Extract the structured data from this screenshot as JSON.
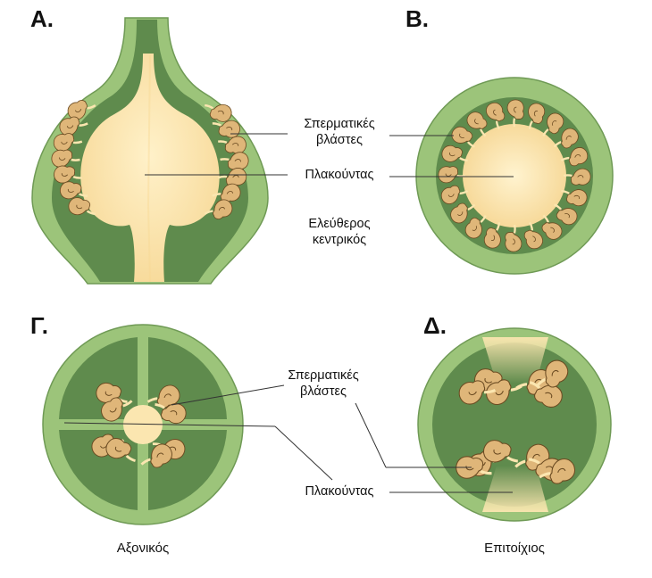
{
  "panels": {
    "a": {
      "letter": "Α.",
      "seed_label_1": "Σπερματικές",
      "seed_label_2": "βλάστες",
      "placenta_label": "Πλακούντας",
      "type_label_1": "Ελεύθερος",
      "type_label_2": "κεντρικός"
    },
    "b": {
      "letter": "Β."
    },
    "c": {
      "letter": "Γ.",
      "seed_label_1": "Σπερματικές",
      "seed_label_2": "βλάστες",
      "placenta_label": "Πλακούντας",
      "type_label": "Αξονικός"
    },
    "d": {
      "letter": "Δ.",
      "type_label": "Επιτοίχιος"
    }
  },
  "colors": {
    "ovary_wall_outer": "#9cc47a",
    "ovary_chamber": "#5f8b4d",
    "placenta": "#fbe6b0",
    "ovule": "#dfb679",
    "ovule_outline": "#6b4b22",
    "leader_line": "#333333"
  }
}
